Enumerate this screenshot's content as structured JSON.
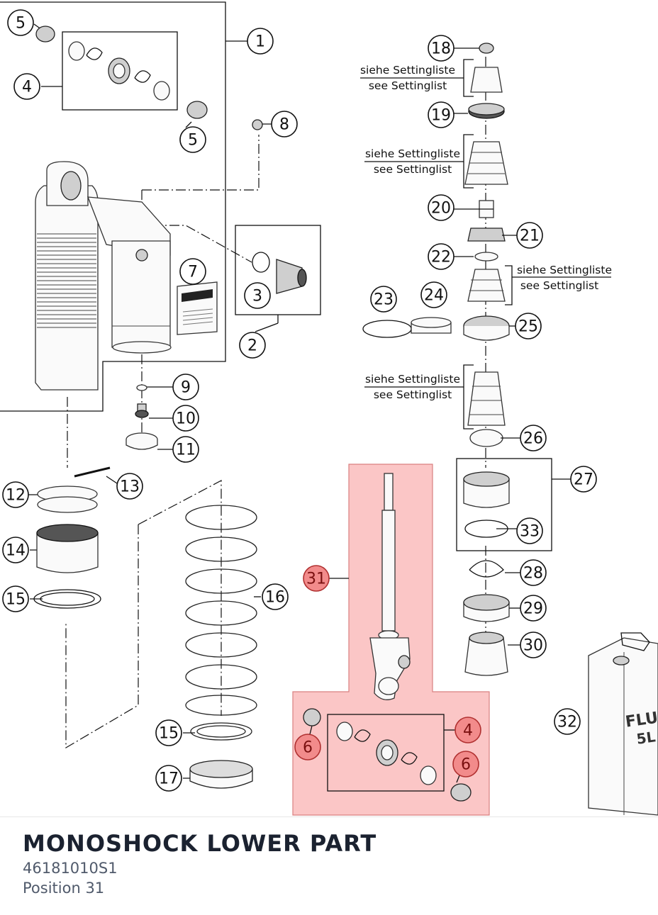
{
  "diagram": {
    "highlight_color": "#f28b8b",
    "highlight_region_color": "#fbc6c6",
    "setting_label_de": "siehe Settingliste",
    "setting_label_en": "see Settinglist",
    "callouts": {
      "c1": "1",
      "c2": "2",
      "c3": "3",
      "c4a": "4",
      "c4b": "4",
      "c5a": "5",
      "c5b": "5",
      "c6a": "6",
      "c6b": "6",
      "c7": "7",
      "c8": "8",
      "c9": "9",
      "c10": "10",
      "c11": "11",
      "c12": "12",
      "c13": "13",
      "c14": "14",
      "c15a": "15",
      "c15b": "15",
      "c16": "16",
      "c17": "17",
      "c18": "18",
      "c19": "19",
      "c20": "20",
      "c21": "21",
      "c22": "22",
      "c23": "23",
      "c24": "24",
      "c25": "25",
      "c26": "26",
      "c27": "27",
      "c28": "28",
      "c29": "29",
      "c30": "30",
      "c31": "31",
      "c32": "32",
      "c33": "33"
    },
    "can_label_line1": "FLUI",
    "can_label_line2": "5L"
  },
  "footer": {
    "title": "MONOSHOCK LOWER PART",
    "part_number": "46181010S1",
    "position": "Position 31"
  }
}
